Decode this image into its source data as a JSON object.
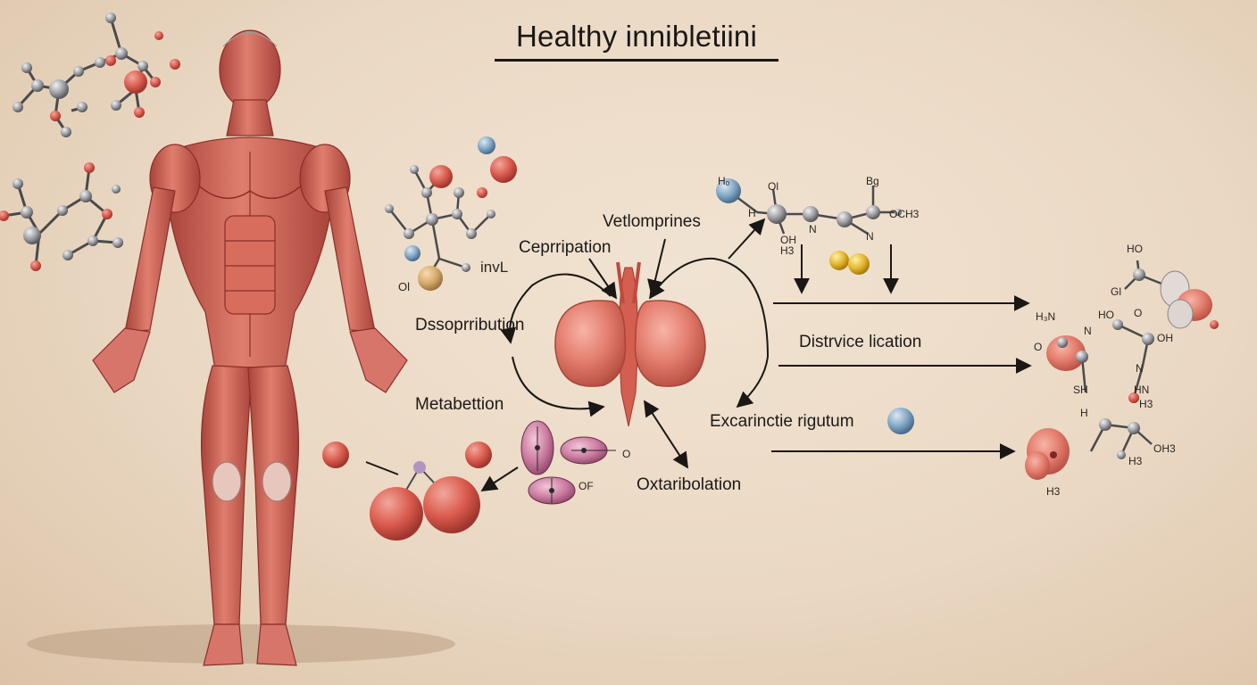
{
  "diagram": {
    "title": "Healthy innibletiini",
    "process_labels": {
      "vetlomprines": "Vetlomprines",
      "ceprripation": "Ceprripation",
      "dssoprribution": "Dssoprribution",
      "metabettion": "Metabettion",
      "oxtaribolation": "Oxtaribolation",
      "distrvice_lication": "Distrvice lication",
      "excarinctie_rigutum": "Excarinctie rigutum"
    },
    "molecule_labels": {
      "ol_left": "Ol",
      "invl": "invL",
      "of": "OF",
      "o_small": "O",
      "h_o": "Hₒ",
      "ol_top": "Ol",
      "b_top": "Bg",
      "och3": "OCH3",
      "h_left": "H",
      "oh_mid": "OH",
      "n_mid": "N",
      "n_right": "N",
      "h3_mid": "H3",
      "ho_top_right": "HO",
      "gl": "Gl",
      "h_n": "H₃N",
      "ho_mid_right": "HO",
      "o_right": "O",
      "oh_right": "OH",
      "o_right2": "O",
      "n_a": "N",
      "n_b": "N",
      "hn": "HN",
      "h_right": "H",
      "h3_right": "H3",
      "oh_bottom_right": "OH3",
      "h3_bottom": "H3",
      "sh": "SH"
    },
    "colors": {
      "muscle": "#c9574b",
      "muscle_light": "#e08a7a",
      "organ": "#e27a6b",
      "atom_red": "#c8463b",
      "atom_grey": "#8e8f94",
      "atom_blue": "#7fa4c4",
      "atom_gold": "#e4b52a",
      "atom_pink": "#c97a9e",
      "arrow": "#1a1714"
    }
  }
}
